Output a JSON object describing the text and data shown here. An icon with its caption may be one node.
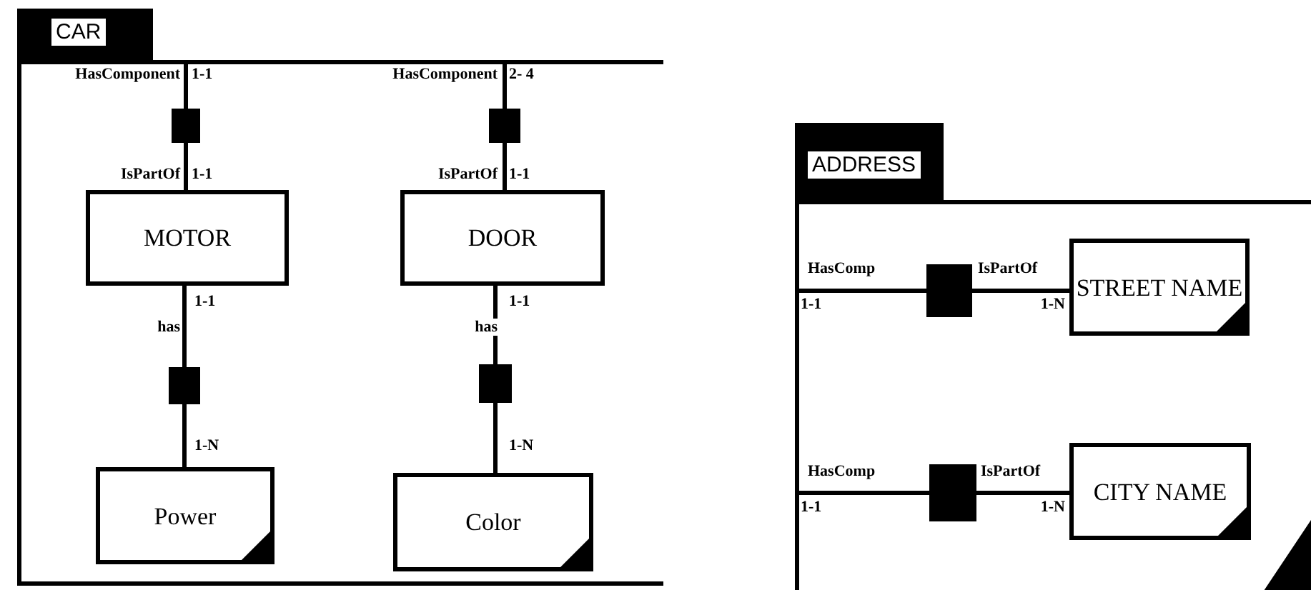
{
  "diagram": {
    "nodes": [
      {
        "text": [
          "CAR"
        ]
      },
      {
        "text": [],
        "shape": "box",
        "in": 0
      },
      {
        "text": [],
        "shape": "box",
        "in": 0
      },
      {
        "text": [
          "MOTOR"
        ],
        "in": 0
      },
      {
        "text": [
          "DOOR"
        ],
        "in": 0
      },
      {
        "text": [],
        "shape": "box",
        "in": 0
      },
      {
        "text": [],
        "shape": "box",
        "in": 0
      },
      {
        "text": [
          "Power"
        ],
        "in": 0
      },
      {
        "text": [
          "Color"
        ],
        "in": 0
      },
      {
        "text": [
          "ADDRESS"
        ]
      },
      {
        "text": [],
        "shape": "box",
        "in": 9
      },
      {
        "text": [
          "STREET NAME"
        ],
        "in": 9
      },
      {
        "text": [],
        "shape": "box",
        "in": 9
      },
      {
        "text": [
          "CITY NAME"
        ],
        "in": 9
      }
    ],
    "edges": [
      {
        "from": 0,
        "to": 1,
        "arrow": "none"
      },
      {
        "from": 1,
        "to": 3,
        "arrow": "none"
      },
      {
        "from": 0,
        "to": 2,
        "arrow": "none"
      },
      {
        "from": 2,
        "to": 4,
        "arrow": "none"
      },
      {
        "from": 3,
        "to": 5,
        "arrow": "none"
      },
      {
        "from": 5,
        "to": 7,
        "arrow": "none"
      },
      {
        "from": 4,
        "to": 6,
        "arrow": "none"
      },
      {
        "from": 6,
        "to": 8,
        "arrow": "none"
      },
      {
        "from": 9,
        "to": 10,
        "arrow": "none"
      },
      {
        "from": 10,
        "to": 11,
        "arrow": "none"
      },
      {
        "from": 9,
        "to": 12,
        "arrow": "none"
      },
      {
        "from": 12,
        "to": 13,
        "arrow": "none"
      }
    ],
    "labels": [
      "HasComponent",
      "1-1",
      "HasComponent",
      "2- 4",
      "IsPartOf",
      "1-1",
      "IsPartOf",
      "1-1",
      "1-1",
      "1-1",
      "has",
      "has",
      "1-N",
      "1-N",
      "HasComp",
      "IsPartOf",
      "1-1",
      "1-N",
      "HasComp",
      "IsPartOf",
      "1-1",
      "1-N"
    ]
  }
}
